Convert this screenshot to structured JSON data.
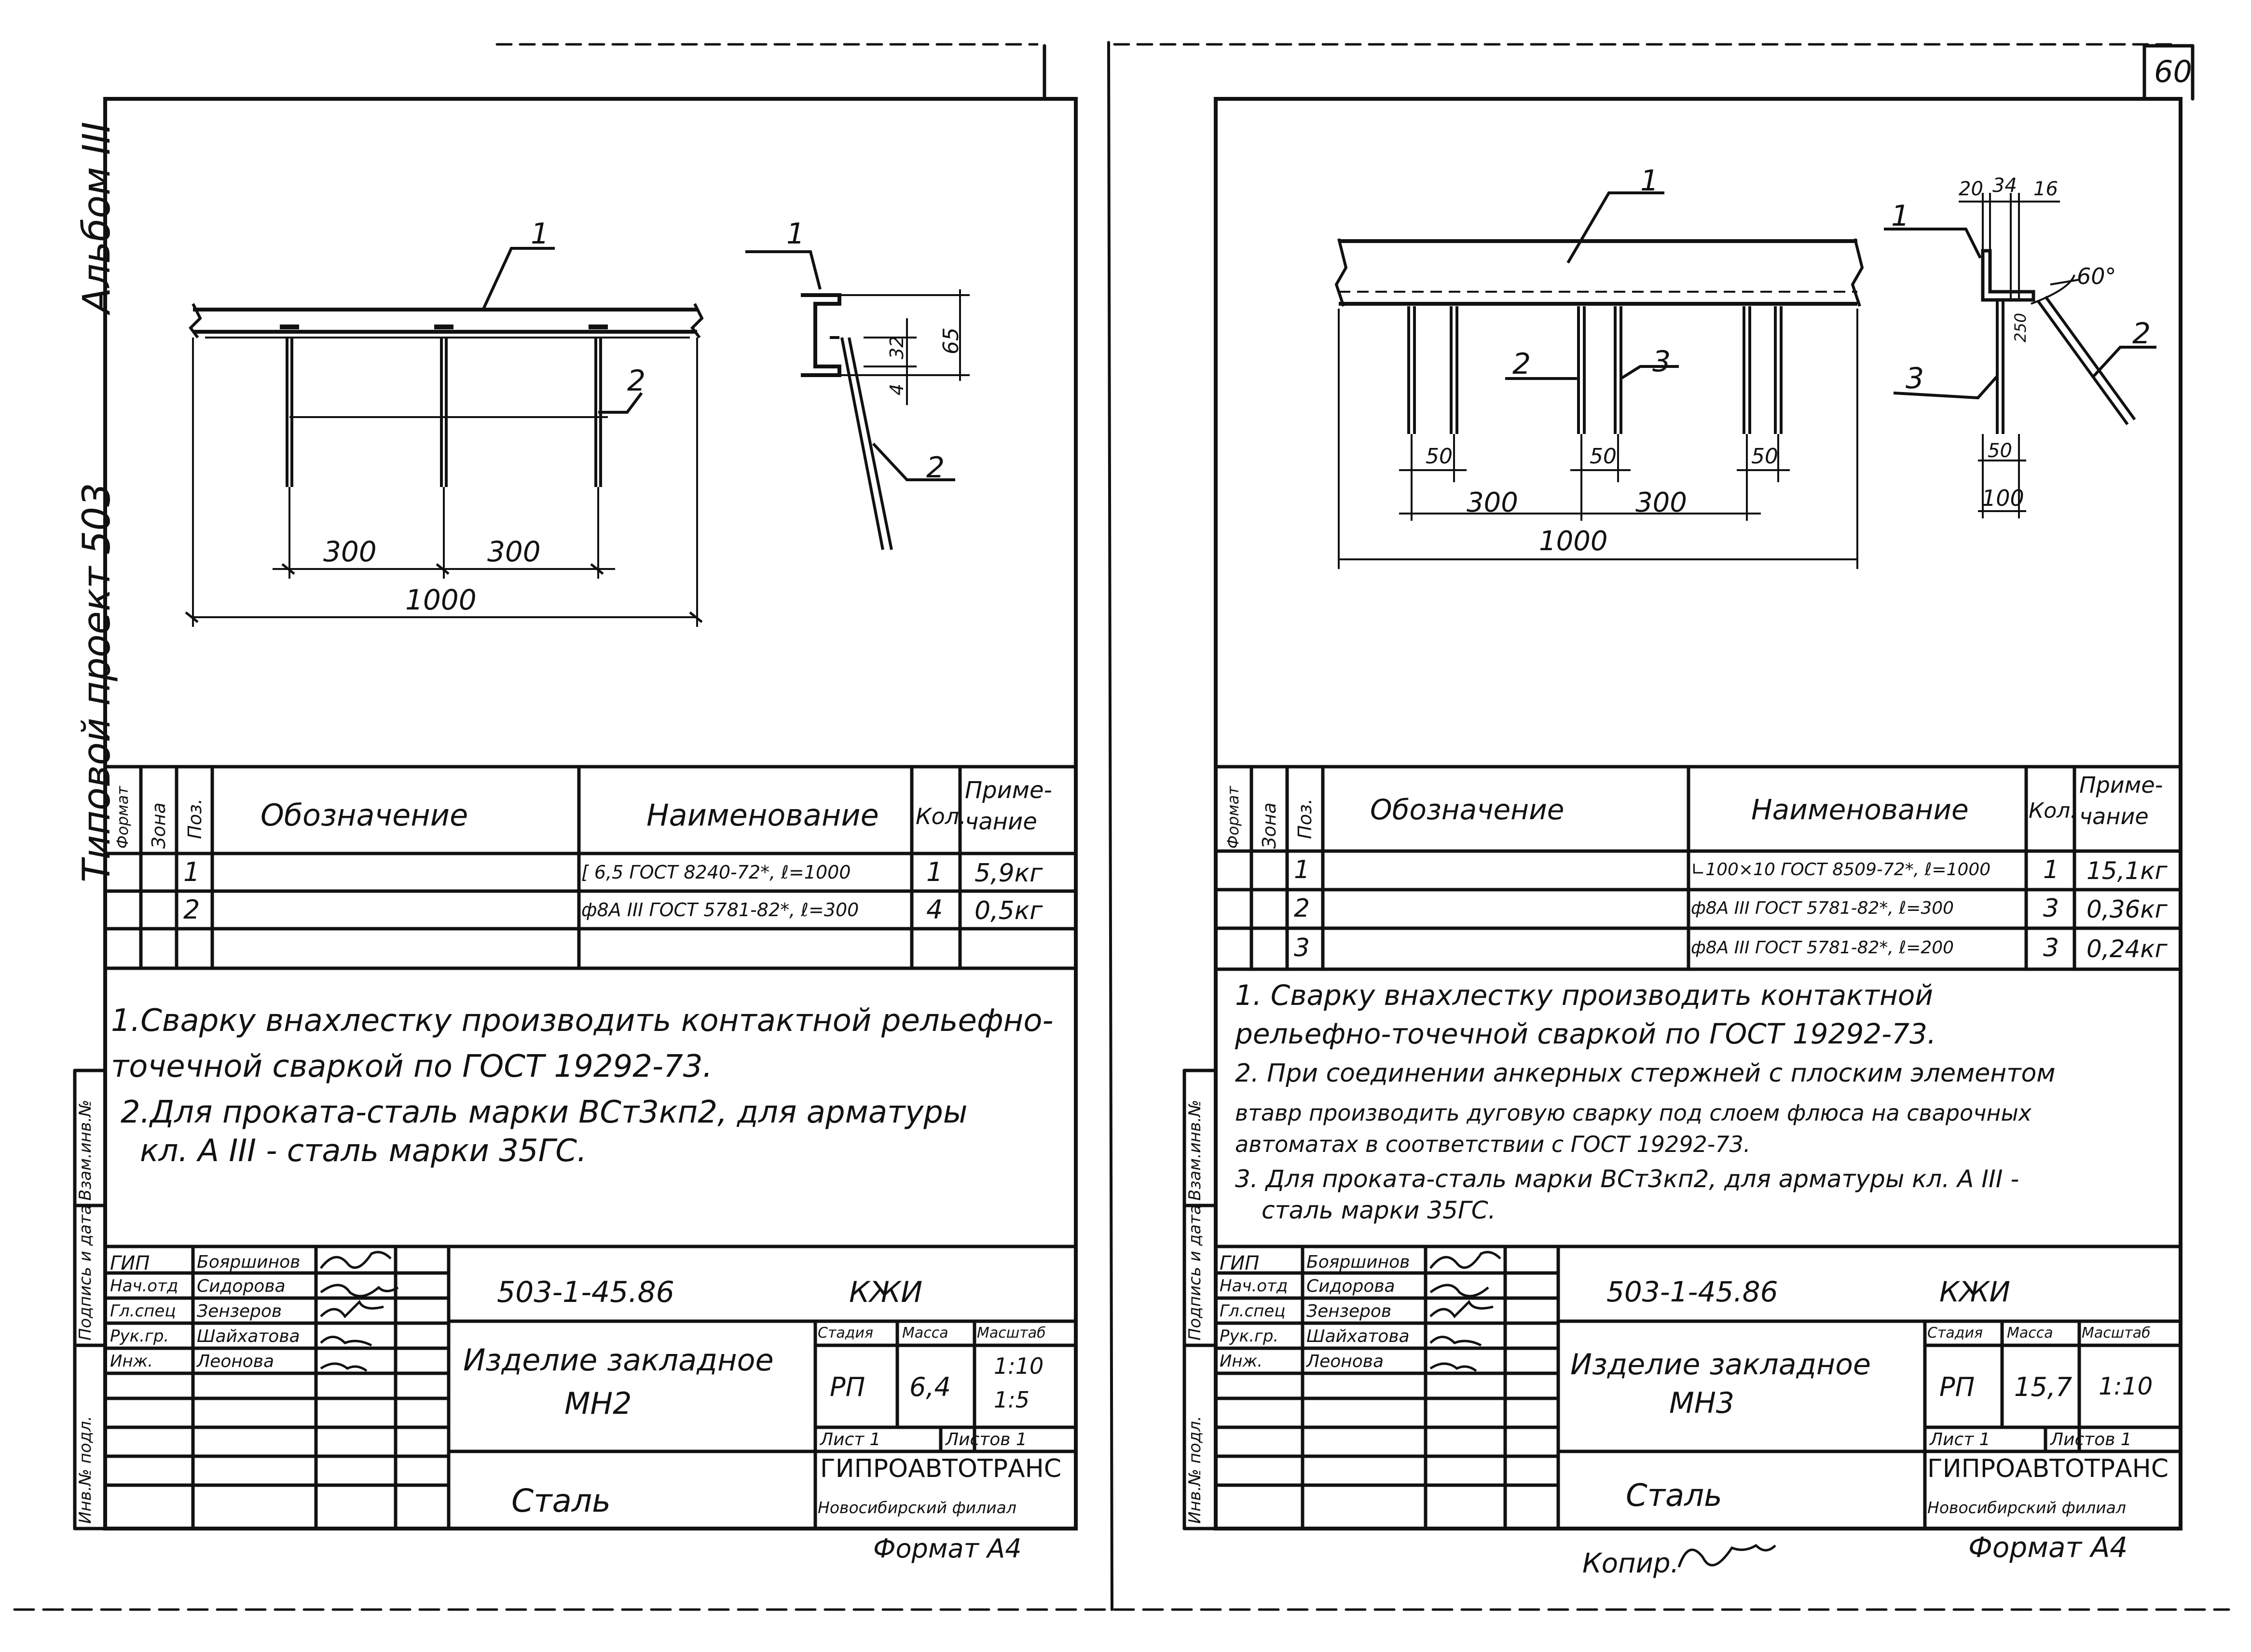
{
  "page_number": "60",
  "album_label": "Альбом III",
  "project_label": "Типовой проект 503",
  "side_stamp_left": {
    "inv_podl": "Инв.№ подл.",
    "podpis": "Подпись и дата",
    "vzam": "Взам.инв.№"
  },
  "side_stamp_right": {
    "inv_podl": "Инв.№ подл.",
    "podpis": "Подпись и дата",
    "vzam": "Взам.инв.№"
  },
  "spec_headers": {
    "format": "Формат",
    "zona": "Зона",
    "poz": "Поз.",
    "oboznachenie": "Обозначение",
    "naimenovanie": "Наименование",
    "kol": "Кол.",
    "primechanie_1": "Приме-",
    "primechanie_2": "чание"
  },
  "left": {
    "drawing_labels": {
      "pos1_main": "1",
      "pos2_main": "2",
      "dim_300a": "300",
      "dim_300b": "300",
      "dim_1000": "1000",
      "pos1_section": "1",
      "pos2_section": "2",
      "dim_65": "65",
      "dim_32": "32",
      "dim_4": "4"
    },
    "spec_rows": [
      {
        "poz": "1",
        "naim": "[ 6,5 ГОСТ 8240-72*, ℓ=1000",
        "kol": "1",
        "prim": "5,9кг"
      },
      {
        "poz": "2",
        "naim": "ф8А III ГОСТ 5781-82*, ℓ=300",
        "kol": "4",
        "prim": "0,5кг"
      },
      {
        "poz": "",
        "naim": "",
        "kol": "",
        "prim": ""
      }
    ],
    "notes": [
      "1.Сварку внахлестку производить контактной рельефно-",
      "точечной сваркой по ГОСТ 19292-73.",
      "2.Для проката-сталь марки ВСт3кп2, для арматуры",
      "кл. А III - сталь марки 35ГС."
    ],
    "title_block": {
      "roles": [
        "ГИП",
        "Нач.отд",
        "Гл.спец",
        "Рук.гр.",
        "Инж."
      ],
      "names": [
        "Бояршинов",
        "Сидорова",
        "Зензеров",
        "Шайхатова",
        "Леонова"
      ],
      "code": "503-1-45.86",
      "mark": "КЖИ",
      "item_1": "Изделие закладное",
      "item_2": "МН2",
      "stadiya_h": "Стадия",
      "massa_h": "Масса",
      "masshtab_h": "Масштаб",
      "stadiya": "РП",
      "massa": "6,4",
      "masshtab_1": "1:10",
      "masshtab_2": "1:5",
      "list": "Лист 1",
      "listov": "Листов 1",
      "material": "Сталь",
      "org": "ГИПРОАВТОТРАНС",
      "branch": "Новосибирский филиал"
    },
    "format": "Формат А4"
  },
  "right": {
    "drawing_labels": {
      "pos1_main": "1",
      "pos2_main": "2",
      "pos3_main": "3",
      "dim_50a": "50",
      "dim_50b": "50",
      "dim_50c": "50",
      "dim_300a": "300",
      "dim_300b": "300",
      "dim_1000": "1000",
      "dim_20": "20",
      "dim_34": "34",
      "dim_16": "16",
      "angle_60": "60°",
      "dim_250": "250",
      "dim_50s": "50",
      "dim_100": "100",
      "pos1_section": "1",
      "pos2_section": "2",
      "pos3_section": "3"
    },
    "spec_rows": [
      {
        "poz": "1",
        "naim": "∟100×10 ГОСТ 8509-72*, ℓ=1000",
        "kol": "1",
        "prim": "15,1кг"
      },
      {
        "poz": "2",
        "naim": "ф8А III ГОСТ 5781-82*, ℓ=300",
        "kol": "3",
        "prim": "0,36кг"
      },
      {
        "poz": "3",
        "naim": "ф8А III ГОСТ 5781-82*, ℓ=200",
        "kol": "3",
        "prim": "0,24кг"
      }
    ],
    "notes": [
      "1. Сварку внахлестку производить контактной",
      "рельефно-точечной сваркой по ГОСТ 19292-73.",
      "2. При соединении анкерных стержней с плоским элементом",
      "втавр производить дуговую сварку под слоем флюса на сварочных",
      "автоматах в соответствии с ГОСТ 19292-73.",
      "3. Для проката-сталь марки ВСт3кп2, для арматуры кл. А III -",
      "сталь марки 35ГС."
    ],
    "title_block": {
      "roles": [
        "ГИП",
        "Нач.отд",
        "Гл.спец",
        "Рук.гр.",
        "Инж."
      ],
      "names": [
        "Бояршинов",
        "Сидорова",
        "Зензеров",
        "Шайхатова",
        "Леонова"
      ],
      "code": "503-1-45.86",
      "mark": "КЖИ",
      "item_1": "Изделие закладное",
      "item_2": "МН3",
      "stadiya_h": "Стадия",
      "massa_h": "Масса",
      "masshtab_h": "Масштаб",
      "stadiya": "РП",
      "massa": "15,7",
      "masshtab": "1:10",
      "list": "Лист 1",
      "listov": "Листов 1",
      "material": "Сталь",
      "org": "ГИПРОАВТОТРАНС",
      "branch": "Новосибирский филиал"
    },
    "copy_label": "Копир.",
    "format": "Формат А4"
  }
}
